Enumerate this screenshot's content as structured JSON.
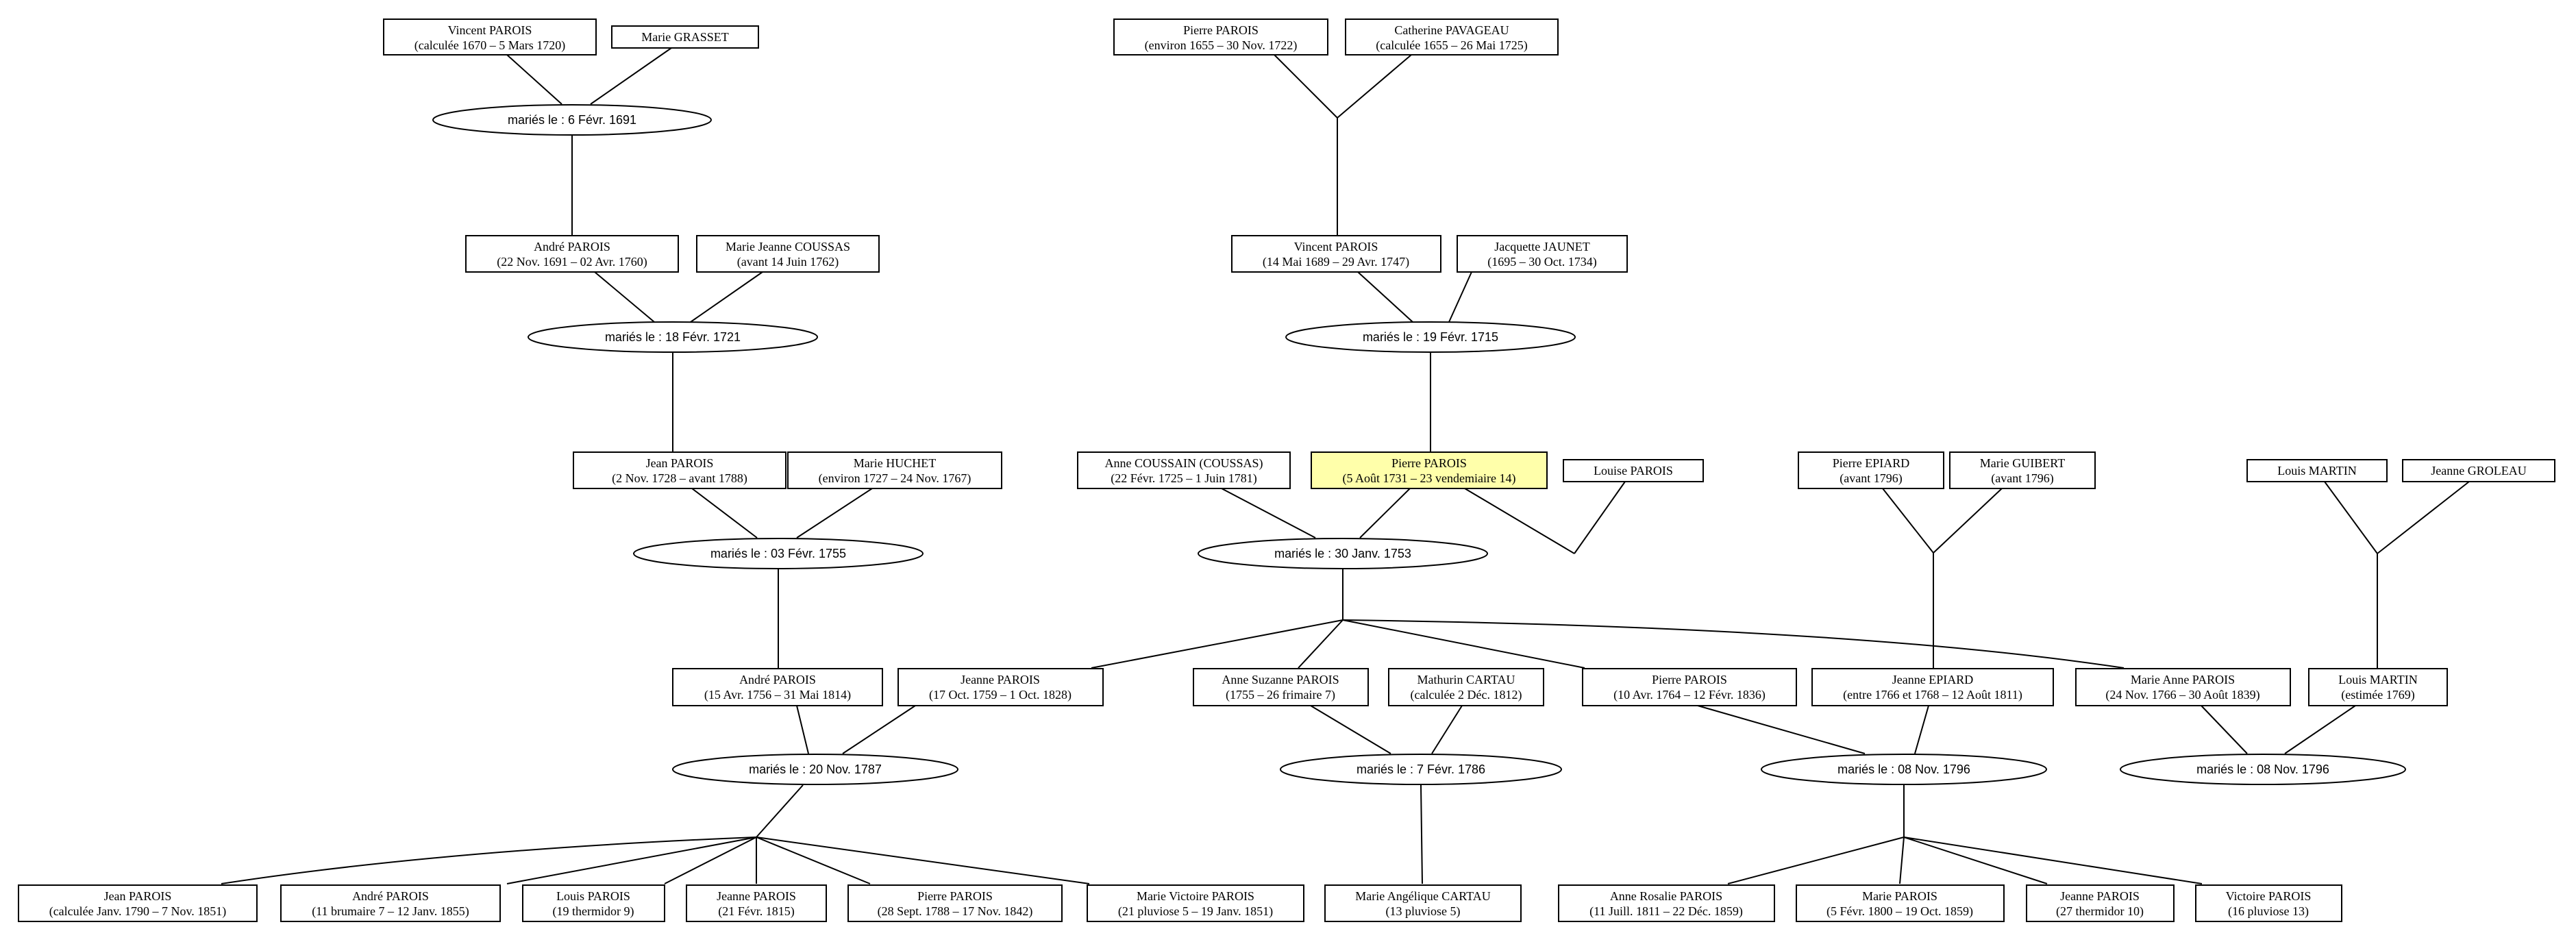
{
  "people": {
    "p_vincent_1670": {
      "name": "Vincent PAROIS",
      "dates": "(calculée 1670 – 5 Mars 1720)"
    },
    "p_marie_grasset": {
      "name": "Marie GRASSET",
      "dates": ""
    },
    "p_pierre_1655": {
      "name": "Pierre PAROIS",
      "dates": "(environ 1655 – 30 Nov. 1722)"
    },
    "p_catherine_pavageau": {
      "name": "Catherine PAVAGEAU",
      "dates": "(calculée 1655 – 26 Mai 1725)"
    },
    "p_andre_1691": {
      "name": "André PAROIS",
      "dates": "(22 Nov. 1691 – 02 Avr. 1760)"
    },
    "p_marie_jeanne_coussas": {
      "name": "Marie Jeanne COUSSAS",
      "dates": "(avant 14 Juin 1762)"
    },
    "p_vincent_1689": {
      "name": "Vincent PAROIS",
      "dates": "(14 Mai 1689 – 29 Avr. 1747)"
    },
    "p_jacquette_jaunet": {
      "name": "Jacquette JAUNET",
      "dates": "(1695 – 30 Oct. 1734)"
    },
    "p_jean_1728": {
      "name": "Jean PAROIS",
      "dates": "(2 Nov. 1728 – avant 1788)"
    },
    "p_marie_huchet": {
      "name": "Marie HUCHET",
      "dates": "(environ 1727 – 24 Nov. 1767)"
    },
    "p_anne_coussain": {
      "name": "Anne COUSSAIN (COUSSAS)",
      "dates": "(22 Févr. 1725 – 1 Juin 1781)"
    },
    "p_pierre_1731": {
      "name": "Pierre PAROIS",
      "dates": "(5 Août 1731 – 23 vendemiaire 14)"
    },
    "p_louise": {
      "name": "Louise PAROIS",
      "dates": ""
    },
    "p_pierre_epiard": {
      "name": "Pierre EPIARD",
      "dates": "(avant 1796)"
    },
    "p_marie_guibert": {
      "name": "Marie GUIBERT",
      "dates": "(avant 1796)"
    },
    "p_louis_martin_sr": {
      "name": "Louis MARTIN",
      "dates": ""
    },
    "p_jeanne_groleau": {
      "name": "Jeanne GROLEAU",
      "dates": ""
    },
    "p_andre_1756": {
      "name": "André PAROIS",
      "dates": "(15 Avr. 1756 – 31 Mai 1814)"
    },
    "p_jeanne_1759": {
      "name": "Jeanne PAROIS",
      "dates": "(17 Oct. 1759 – 1 Oct. 1828)"
    },
    "p_anne_suzanne": {
      "name": "Anne Suzanne PAROIS",
      "dates": "(1755 – 26 frimaire 7)"
    },
    "p_mathurin": {
      "name": "Mathurin CARTAU",
      "dates": "(calculée 2 Déc. 1812)"
    },
    "p_pierre_1764": {
      "name": "Pierre PAROIS",
      "dates": "(10 Avr. 1764 – 12 Févr. 1836)"
    },
    "p_jeanne_epiard": {
      "name": "Jeanne EPIARD",
      "dates": "(entre 1766 et 1768 – 12 Août 1811)"
    },
    "p_marie_anne": {
      "name": "Marie Anne PAROIS",
      "dates": "(24 Nov. 1766 – 30 Août 1839)"
    },
    "p_louis_martin_jr": {
      "name": "Louis MARTIN",
      "dates": "(estimée 1769)"
    },
    "p_jean_1790": {
      "name": "Jean PAROIS",
      "dates": "(calculée Janv. 1790 – 7 Nov. 1851)"
    },
    "p_andre_b7": {
      "name": "André PAROIS",
      "dates": "(11 brumaire 7 – 12 Janv. 1855)"
    },
    "p_louis_t9": {
      "name": "Louis PAROIS",
      "dates": "(19 thermidor 9)"
    },
    "p_jeanne_1815": {
      "name": "Jeanne PAROIS",
      "dates": "(21 Févr. 1815)"
    },
    "p_pierre_1788": {
      "name": "Pierre PAROIS",
      "dates": "(28 Sept. 1788 – 17 Nov. 1842)"
    },
    "p_marie_victoire": {
      "name": "Marie Victoire PAROIS",
      "dates": "(21 pluviose 5 – 19 Janv. 1851)"
    },
    "p_marie_angelique": {
      "name": "Marie Angélique CARTAU",
      "dates": "(13 pluviose 5)"
    },
    "p_anne_rosalie": {
      "name": "Anne Rosalie PAROIS",
      "dates": "(11 Juill. 1811 – 22 Déc. 1859)"
    },
    "p_marie_1800": {
      "name": "Marie PAROIS",
      "dates": "(5 Févr. 1800 – 19 Oct. 1859)"
    },
    "p_jeanne_t10": {
      "name": "Jeanne PAROIS",
      "dates": "(27 thermidor 10)"
    },
    "p_victoire": {
      "name": "Victoire PAROIS",
      "dates": "(16 pluviose 13)"
    }
  },
  "marriages": {
    "m_1691": "mariés le : 6 Févr. 1691",
    "m_1721": "mariés le : 18 Févr. 1721",
    "m_1715": "mariés le : 19 Févr. 1715",
    "m_1755": "mariés le : 03 Févr. 1755",
    "m_1753": "mariés le : 30 Janv. 1753",
    "m_1787": "mariés le : 20 Nov. 1787",
    "m_1786": "mariés le : 7 Févr. 1786",
    "m_1796a": "mariés le : 08 Nov. 1796",
    "m_1796b": "mariés le : 08 Nov. 1796"
  },
  "highlight_color": "#ffffaa"
}
